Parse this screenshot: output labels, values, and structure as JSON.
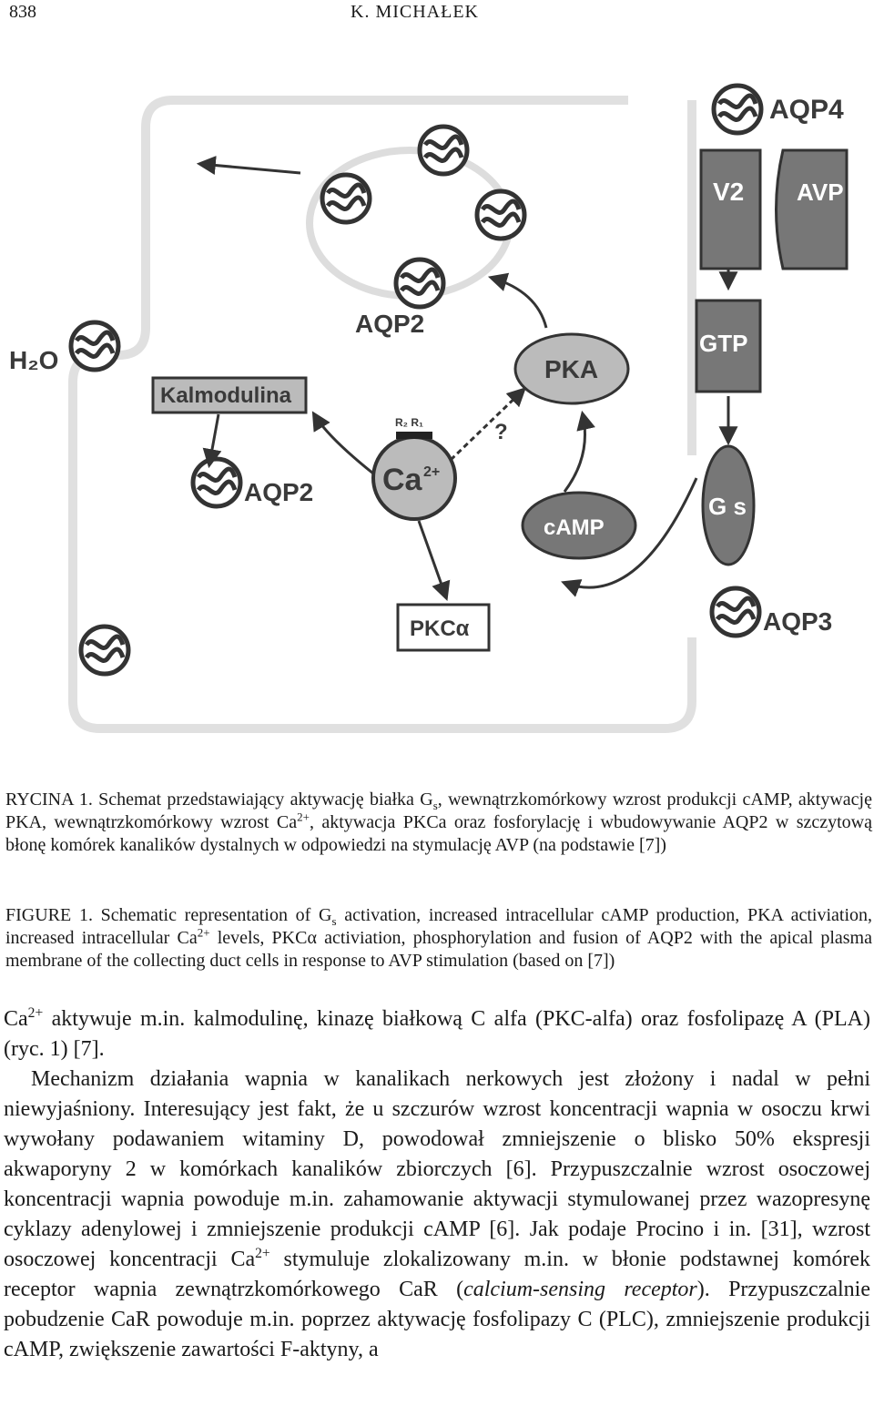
{
  "header": {
    "page_number": "838",
    "running_head": "K. MICHAŁEK"
  },
  "figure": {
    "labels": {
      "aqp4": "AQP4",
      "v2": "V2",
      "avp": "AVP",
      "gtp": "GTP",
      "gs": "G s",
      "aqp3": "AQP3",
      "pka": "PKA",
      "camp": "cAMP",
      "ca": "Ca",
      "ca_charge": "2+",
      "question": "?",
      "receptor": "R₂ R₁",
      "kalmodulina": "Kalmodulina",
      "aqp2_upper": "AQP2",
      "aqp2_lower": "AQP2",
      "h2o": "H₂O",
      "pkca": "PKCα"
    }
  },
  "caption_pl": {
    "p1": "RYCINA 1. Schemat przedstawiający aktywację białka G",
    "p1_sub": "s",
    "p2": ", wewnątrzkomórkowy wzrost produkcji cAMP, aktywację PKA, wewnątrzkomórkowy wzrost Ca",
    "p2_sup": "2+",
    "p3": ", aktywacja PKCa oraz fosforylację i wbudowywanie AQP2 w szczytową błonę komórek kanalików dystalnych w odpowiedzi na stymulację AVP (na podstawie [7])"
  },
  "caption_en": {
    "p1": "FIGURE 1. Schematic representation of G",
    "p1_sub": "s",
    "p2": " activation, increased intracellular cAMP production, PKA activiation, increased intracellular Ca",
    "p2_sup": "2+",
    "p3": " levels, PKCα activiation, phosphorylation and fusion of AQP2 with the apical plasma membrane of the collecting duct cells in response to AVP stimulation (based on [7])"
  },
  "body": {
    "para1_ca": "Ca",
    "para1_sup": "2+",
    "para1": " aktywuje m.in. kalmodulinę, kinazę białkową C alfa (PKC-alfa) oraz fosfolipazę A (PLA) (ryc. 1) [7].",
    "para2a": "Mechanizm działania wapnia w kanalikach nerkowych jest złożony i nadal w pełni niewyjaśniony. Interesujący jest fakt, że u szczurów wzrost koncentracji wapnia w osoczu krwi wywołany podawaniem witaminy D, powodował zmniejszenie o blisko 50% ekspresji akwaporyny 2 w komórkach kanalików zbiorczych [6]. Przypuszczalnie wzrost osoczowej koncentracji wapnia powoduje m.in. zahamowanie aktywacji stymulowanej przez wazopresynę cyklazy adenylowej i zmniejszenie produkcji cAMP [6]. Jak podaje Procino i in. [31], wzrost osoczowej koncentracji Ca",
    "para2_sup": "2+",
    "para2b": " stymuluje zlokalizowany m.in. w błonie podstawnej komórek receptor wapnia zewnątrzkomórkowego CaR (",
    "para2_italic": "calcium-sensing receptor",
    "para2c": "). Przypuszczalnie pobudzenie CaR powoduje m.in. poprzez aktywację fosfolipazy C (PLC), zmniejszenie produkcji cAMP, zwiększenie zawartości F-aktyny, a"
  }
}
